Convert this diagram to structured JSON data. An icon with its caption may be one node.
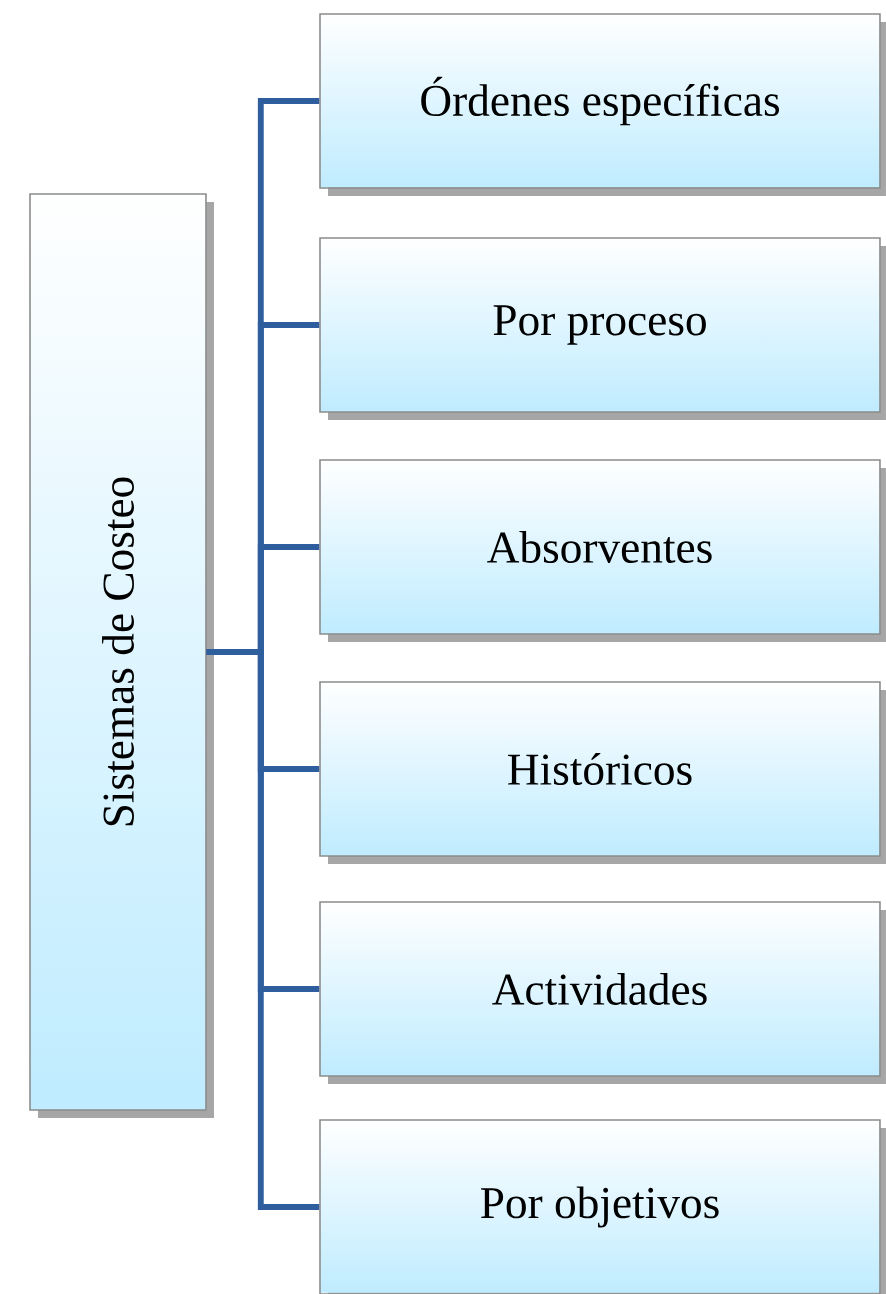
{
  "diagram": {
    "nodes": [
      {
        "text": [
          "Sistemas de Costeo"
        ]
      },
      {
        "text": [
          "Órdenes  específicas"
        ]
      },
      {
        "text": [
          "Por proceso"
        ]
      },
      {
        "text": [
          "Absorventes"
        ]
      },
      {
        "text": [
          "Históricos"
        ]
      },
      {
        "text": [
          "Actividades"
        ]
      },
      {
        "text": [
          "Por objetivos"
        ]
      }
    ],
    "edges": [
      {
        "from": 0,
        "to": 1,
        "arrow": "none"
      },
      {
        "from": 0,
        "to": 2,
        "arrow": "none"
      },
      {
        "from": 0,
        "to": 3,
        "arrow": "none"
      },
      {
        "from": 0,
        "to": 4,
        "arrow": "none"
      },
      {
        "from": 0,
        "to": 5,
        "arrow": "none"
      },
      {
        "from": 0,
        "to": 6,
        "arrow": "none"
      }
    ]
  }
}
